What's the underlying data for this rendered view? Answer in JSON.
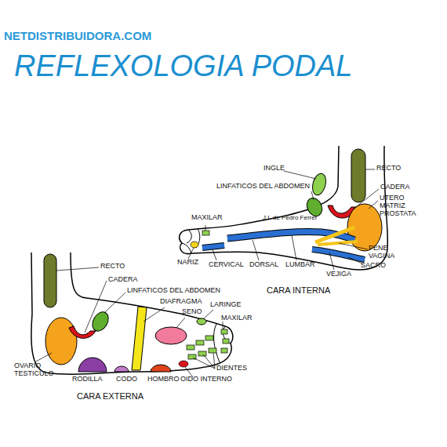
{
  "diagram": {
    "title": "REFLEXOLOGIA PODAL",
    "labels": [
      "NETDISTRIBUIDORA.COM",
      "INGLE",
      "RECTO",
      "LINFATICOS DEL ABDOMEN",
      "CADERA",
      "UTERO MATRIZ PROSTATA",
      "MAXILAR",
      "J.I. de Pedro Ferrer",
      "NARIZ",
      "CERVICAL",
      "DORSAL",
      "LUMBAR",
      "VEJIGA",
      "PENE VAGINA",
      "SACRO",
      "CARA INTERNA",
      "RECTO",
      "CADERA",
      "LINFATICOS DEL ABDOMEN",
      "DIAFRAGMA",
      "SENO",
      "LARINGE",
      "MAXILAR",
      "OVARIO TESTICULO",
      "RODILLA",
      "CODO",
      "HOMBRO",
      "OIDO INTERNO",
      "DIENTES",
      "CARA EXTERNA"
    ]
  }
}
